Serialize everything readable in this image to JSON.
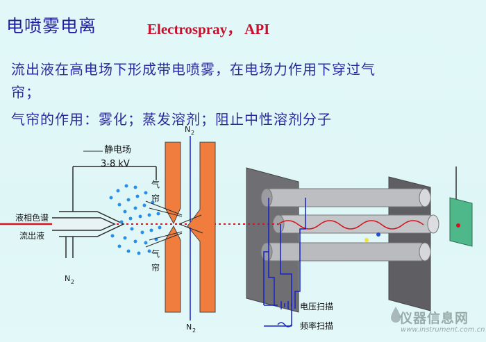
{
  "header": {
    "title": "电喷雾电离",
    "subtitle": "Electrospray， API"
  },
  "body": {
    "line1": "流出液在高电场下形成带电喷雾，在电场力作用下穿过气",
    "line2": "帘；",
    "line3": "气帘的作用：雾化；蒸发溶剂；阻止中性溶剂分子"
  },
  "diagram": {
    "labels": {
      "n2_top": "N",
      "n2_bottom": "N",
      "n2_left": "N",
      "n2_sub": "2",
      "field_label": "静电场",
      "field_value": "3-8 kV",
      "lc_label": "液相色谱",
      "effluent_label": "流出液",
      "curtain_top_1": "气",
      "curtain_top_2": "帘",
      "curtain_bottom_1": "气",
      "curtain_bottom_2": "帘",
      "voltage_scan": "电压扫描",
      "freq_scan": "频率扫描"
    },
    "colors": {
      "plate": "#f07c3e",
      "wire": "#1520c8",
      "beam": "#d4141e",
      "rods": "#b7b9bd",
      "droplet": "#2a8ee6"
    }
  },
  "watermark": {
    "text": "仪器信息网",
    "url": "www.instrument.com.cn"
  }
}
